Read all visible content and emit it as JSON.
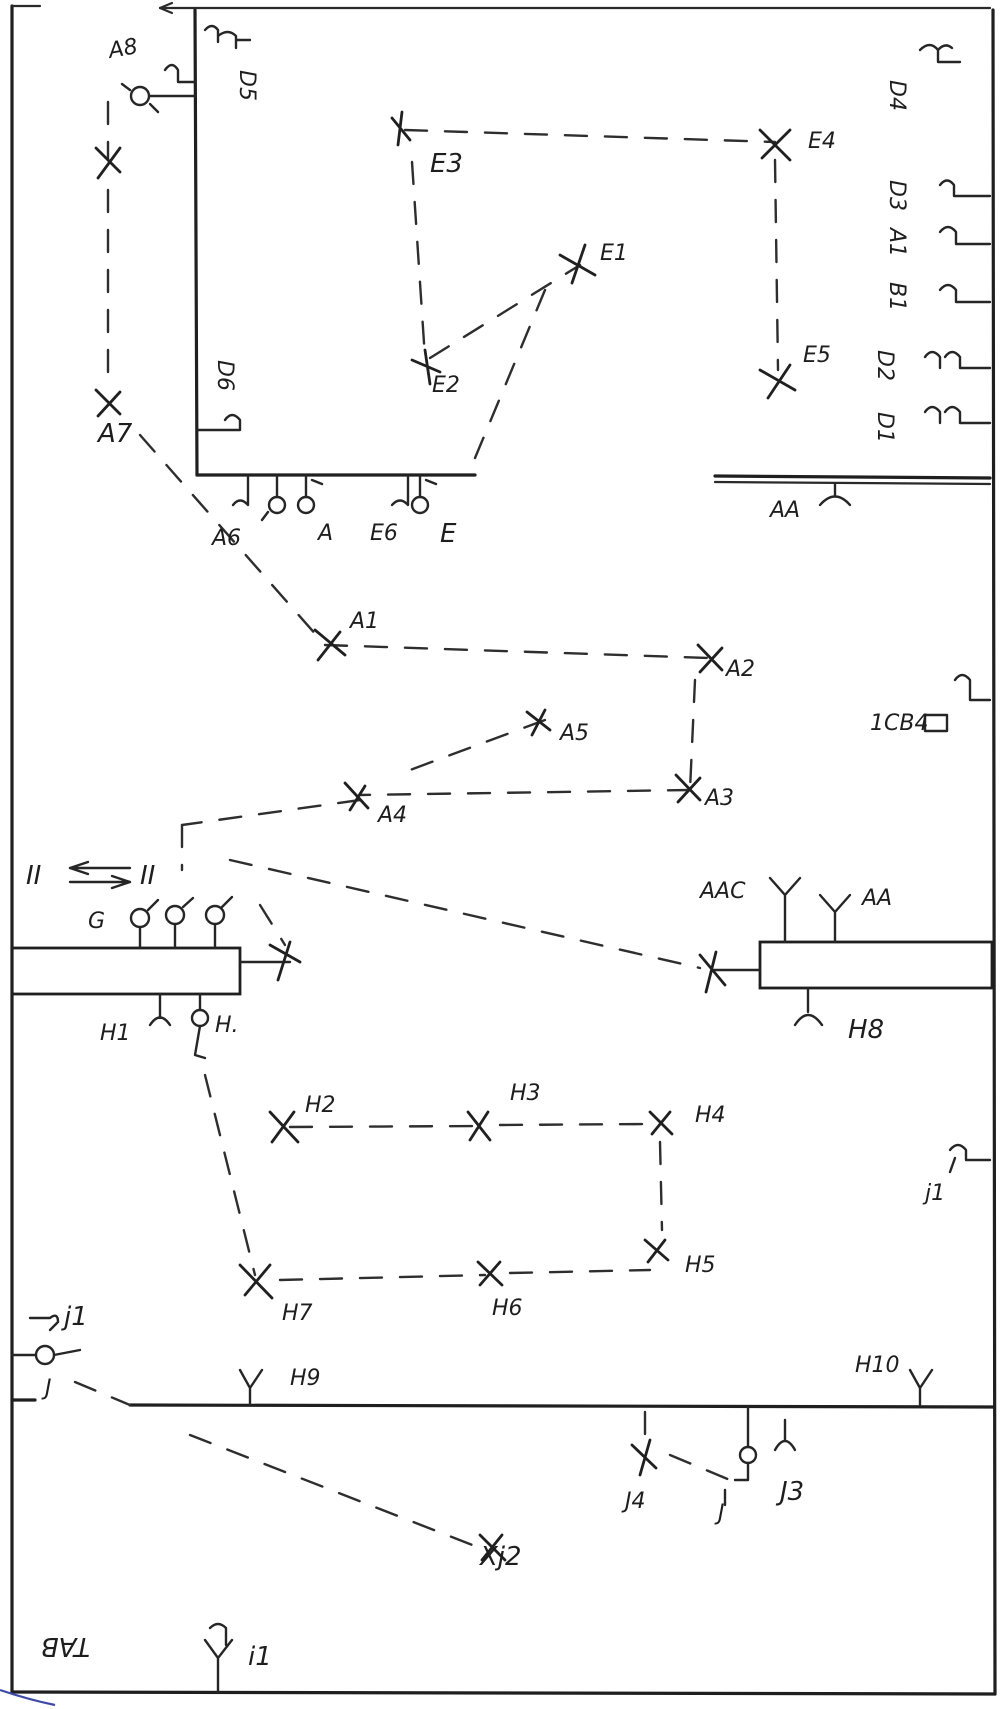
{
  "labels": {
    "A8": "A8",
    "D5": "D5",
    "D4": "D4",
    "E3": "E3",
    "E4": "E4",
    "E1": "E1",
    "D3": "D3",
    "A1_right": "A1",
    "B1": "B1",
    "D6": "D6",
    "E2": "E2",
    "E5": "E5",
    "D2": "D2",
    "D1": "D1",
    "A7": "A7",
    "A6": "A6",
    "A": "A",
    "E6": "E6",
    "E": "E",
    "AA_top": "AA",
    "A1": "A1",
    "A2": "A2",
    "A5": "A5",
    "IC": "1CB4",
    "A4": "A4",
    "A3": "A3",
    "II_left": "II",
    "II_right": "II",
    "G": "G",
    "AAC": "AAC",
    "AA_mid": "AA",
    "H1": "H1",
    "H_dot": "H.",
    "H8": "H8",
    "H2": "H2",
    "H3": "H3",
    "H4": "H4",
    "J1_right": "j1",
    "H5": "H5",
    "H7": "H7",
    "H6": "H6",
    "J1_left": "j1",
    "J_left": "J",
    "H9": "H9",
    "H10": "H10",
    "J4": "J4",
    "J3": "J3",
    "J_bottom": "J",
    "J2": "Xj2",
    "TAB": "TAB",
    "I1": "i1"
  }
}
